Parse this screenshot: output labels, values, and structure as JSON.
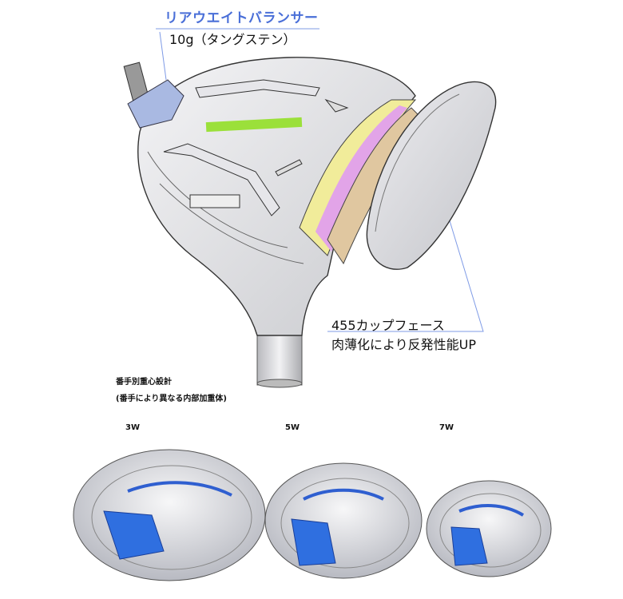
{
  "callouts": {
    "rear_weight": {
      "title": "リアウエイトバランサー",
      "detail": "10g（タングステン）"
    },
    "cup_face": {
      "title": "455カップフェース",
      "detail": "肉薄化により反発性能UP"
    }
  },
  "cog_section": {
    "title": "番手別重心設計",
    "subtitle": "(番手により異なる内部加重体)",
    "clubs": [
      "3W",
      "5W",
      "7W"
    ]
  },
  "colors": {
    "accent": "#4a6fd8",
    "weight_blue": "#2f6fe0",
    "logo_green": "#9be03a"
  }
}
